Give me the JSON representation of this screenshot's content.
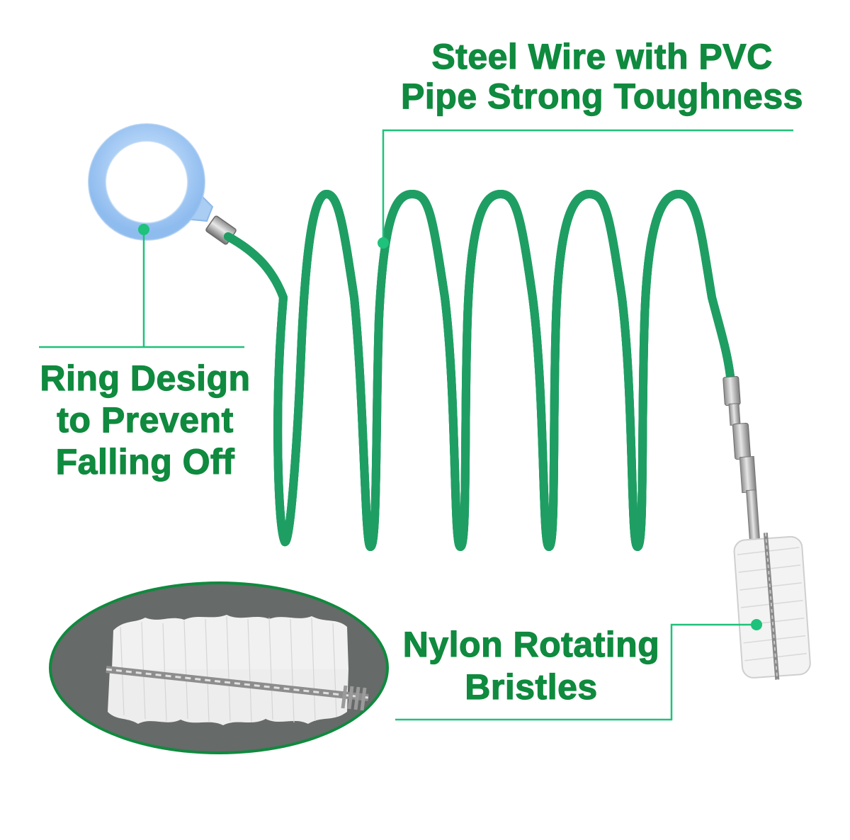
{
  "labels": {
    "steel_wire": {
      "line1": "Steel Wire with PVC",
      "line2": "Pipe Strong Toughness"
    },
    "ring_design": {
      "line1": "Ring Design",
      "line2": "to Prevent",
      "line3": "Falling Off"
    },
    "nylon_bristles": {
      "line1": "Nylon Rotating",
      "line2": "Bristles"
    }
  },
  "colors": {
    "label_text": "#0f8a3e",
    "callout_line": "#1ec27a",
    "wire": "#2cb877",
    "wire_highlight": "#7fe0b0",
    "ring": "#9fc8f2",
    "inset_background": "#666a68",
    "bristles": "#f2f2f2",
    "metal": "#b8b8b8"
  },
  "icons": {
    "ring": "finger-ring-icon",
    "brush": "nylon-brush-icon",
    "detail": "brush-closeup-inset"
  }
}
